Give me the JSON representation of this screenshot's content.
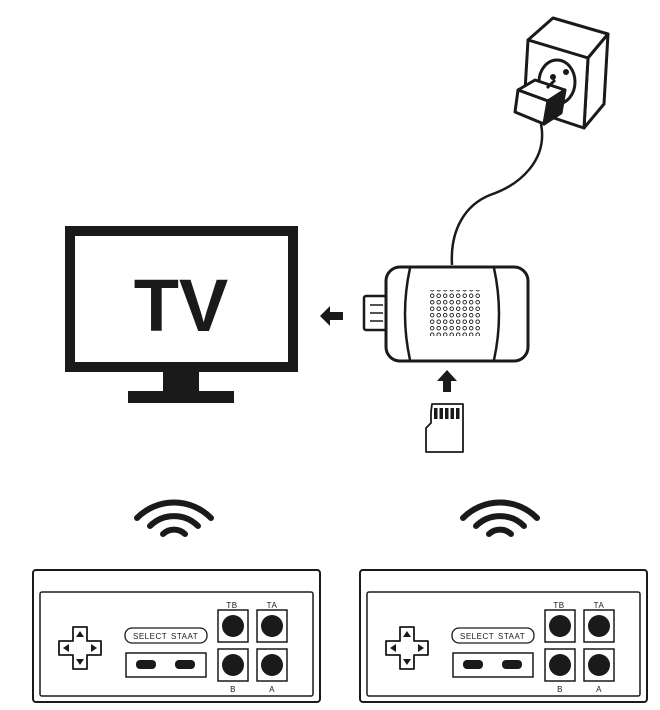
{
  "tv": {
    "label": "TV"
  },
  "controllers": [
    {
      "select_label": "SELECT",
      "start_label": "STAAT",
      "buttons": {
        "tb": "TB",
        "ta": "TA",
        "b": "B",
        "a": "A"
      }
    },
    {
      "select_label": "SELECT",
      "start_label": "STAAT",
      "buttons": {
        "tb": "TB",
        "ta": "TA",
        "b": "B",
        "a": "A"
      }
    }
  ],
  "colors": {
    "ink": "#1a1a1a",
    "paper": "#ffffff",
    "card": "#e8e8e8"
  },
  "icons": [
    "wall-socket-icon",
    "power-plug-icon",
    "hdmi-stick-icon",
    "microsd-card-icon",
    "arrow-left-icon",
    "arrow-up-icon",
    "wifi-icon",
    "dpad-icon"
  ]
}
